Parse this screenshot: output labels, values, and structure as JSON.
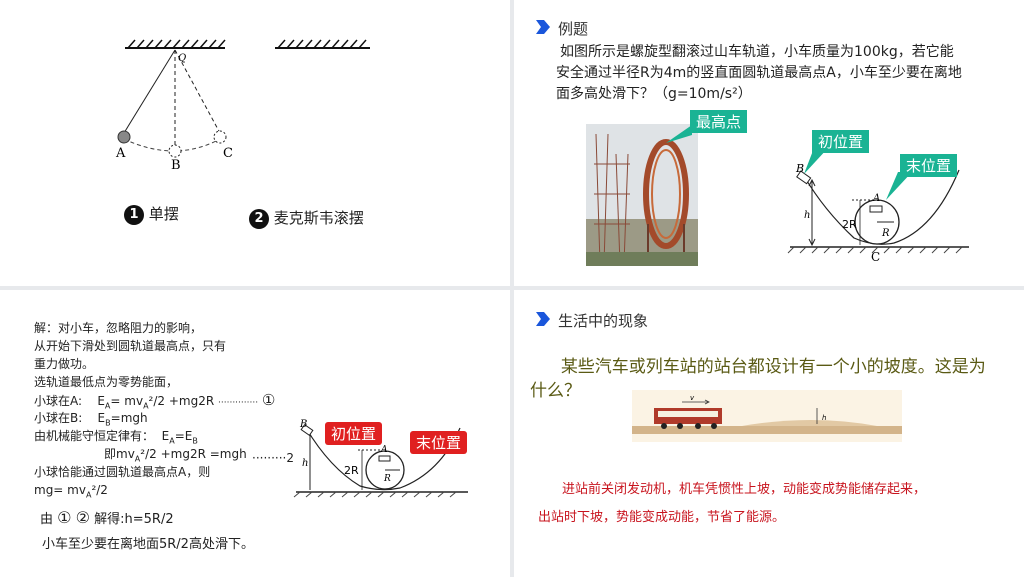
{
  "panel1": {
    "labels": {
      "Q": "Q",
      "A": "A",
      "B": "B",
      "C": "C"
    },
    "item1": {
      "num": "1",
      "text": "单摆"
    },
    "item2": {
      "num": "2",
      "text": "麦克斯韦滚摆"
    }
  },
  "panel2": {
    "title": "例题",
    "problem": [
      "如图所示是螺旋型翻滚过山车轨道，小车质量为100kg，若它能",
      "安全通过半径R为4m的竖直面圆轨道最高点A，小车至少要在离地",
      "面多高处滑下？（g=10m/s²）"
    ],
    "tag_top": "最高点",
    "tag_initial": "初位置",
    "tag_final": "末位置",
    "diagram": {
      "B": "B",
      "A": "A",
      "h": "h",
      "two_r": "2R",
      "R": "R",
      "C": "C"
    }
  },
  "panel3": {
    "lines": [
      "解：对小车，忽略阻力的影响，",
      "从开始下滑处到圆轨道最高点，只有",
      "重力做功。",
      "选轨道最低点为零势能面，",
      "小球在A:    E",
      "小球在B:    E",
      "由机械能守恒定律有：  E",
      "即mv",
      "小球恰能通过圆轨道最高点A，则",
      "mg= mv"
    ],
    "eqA": {
      "label": "小球在A:",
      "e": "E",
      "sub": "A",
      "rhs": "= mv",
      "rhs_sub": "A",
      "rest": "²/2 +mg2R",
      "dots": "··············",
      "mark": "①"
    },
    "eqB": {
      "label": "小球在B:",
      "e": "E",
      "sub": "B",
      "rhs": "=mgh"
    },
    "conservation": {
      "lead": "由机械能守恒定律有：",
      "e1": "E",
      "s1": "A",
      "eq": "=E",
      "s2": "B"
    },
    "eq2": {
      "lead": "即mv",
      "sub": "A",
      "rest": "²/2 +mg2R =mgh",
      "dots": "·········2"
    },
    "cond": "小球恰能通过圆轨道最高点A，则",
    "cond_eq": {
      "lead": "mg= mv",
      "sub": "A",
      "rest": "²/2"
    },
    "result": {
      "lead": "由",
      "m1": "①",
      "m2": "②",
      "rest": "解得:h=5R/2"
    },
    "conclusion": "小车至少要在离地面5R/2高处滑下。",
    "tag_initial": "初位置",
    "tag_final": "末位置",
    "diagram": {
      "B": "B",
      "A": "A",
      "h": "h",
      "two_r": "2R",
      "R": "R"
    }
  },
  "panel4": {
    "title": "生活中的现象",
    "question_1": "某些汽车或列车站的站台都设计有一个小的坡度。这是为",
    "question_2": "什么？",
    "answer_1": "进站前关闭发动机，机车凭惯性上坡，动能变成势能储存起来，",
    "answer_2": "出站时下坡，势能变成动能，节省了能源。",
    "fig": {
      "v": "v",
      "h": "h"
    }
  },
  "colors": {
    "accent": "#1a56db",
    "teal": "#1ab394",
    "red": "#e02020",
    "olive": "#5a5a14",
    "answer": "#c8141e"
  }
}
